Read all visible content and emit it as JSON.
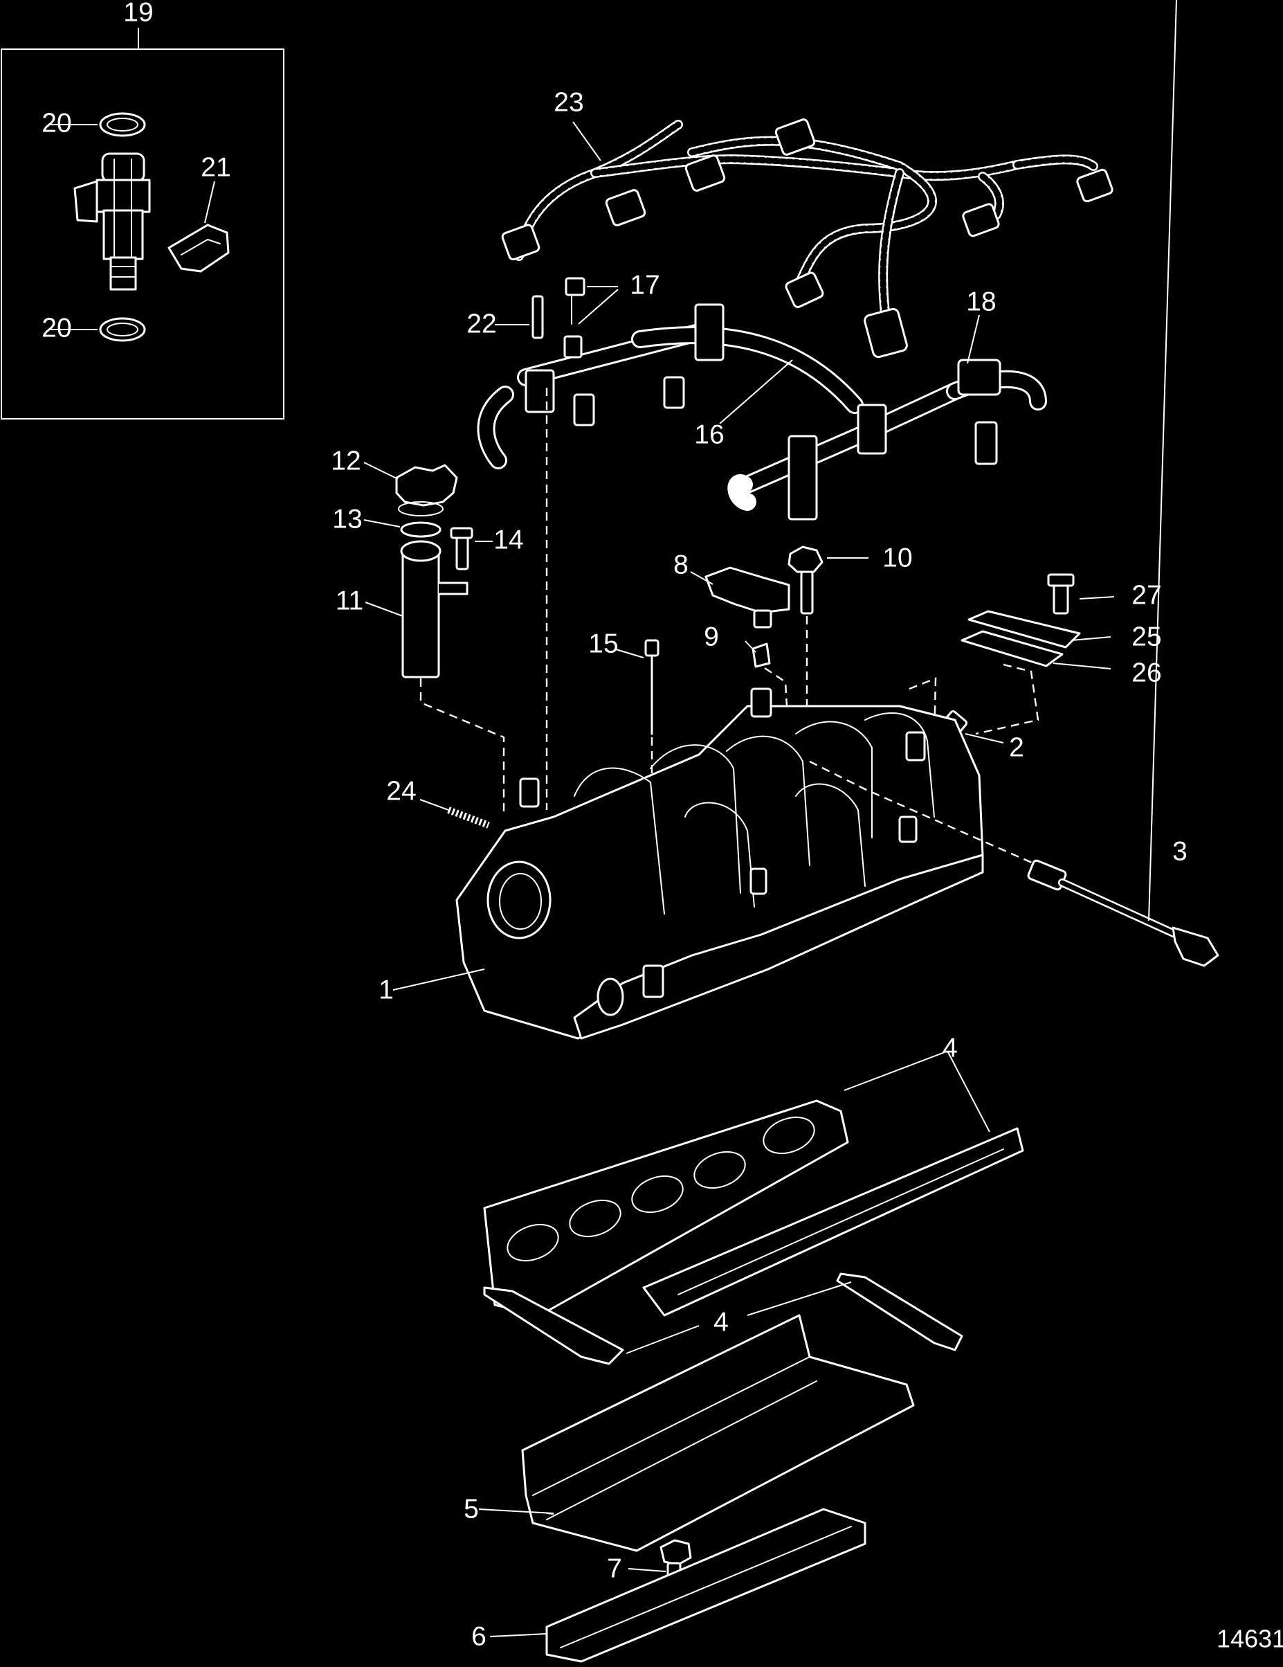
{
  "callouts": {
    "c1": "1",
    "c2": "2",
    "c3": "3",
    "c4a": "4",
    "c4b": "4",
    "c5": "5",
    "c6": "6",
    "c7": "7",
    "c8": "8",
    "c9": "9",
    "c10": "10",
    "c11": "11",
    "c12": "12",
    "c13": "13",
    "c14": "14",
    "c15": "15",
    "c16": "16",
    "c17": "17",
    "c18": "18",
    "c19": "19",
    "c20a": "20",
    "c20b": "20",
    "c21": "21",
    "c22": "22",
    "c23": "23",
    "c24": "24",
    "c25": "25",
    "c26": "26",
    "c27": "27"
  },
  "figure_number": "14631"
}
